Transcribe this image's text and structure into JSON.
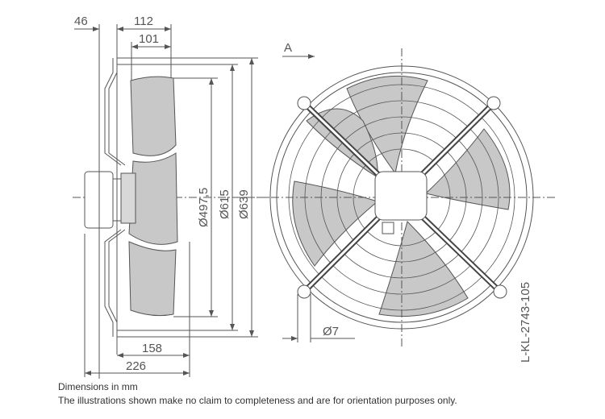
{
  "dimensions": {
    "d46": "46",
    "d112": "112",
    "d101": "101",
    "d158": "158",
    "d226": "226",
    "dia1": "Ø497,5",
    "dia2": "Ø615",
    "dia3": "Ø639",
    "hole": "Ø7"
  },
  "view_label": "A",
  "drawing_id": "L-KL-2743-105",
  "notes": {
    "units": "Dimensions in mm",
    "disclaimer": "The illustrations shown make no claim to completeness and are for orientation purposes only."
  },
  "colors": {
    "line": "#555555",
    "blade": "#c8c8c8"
  }
}
